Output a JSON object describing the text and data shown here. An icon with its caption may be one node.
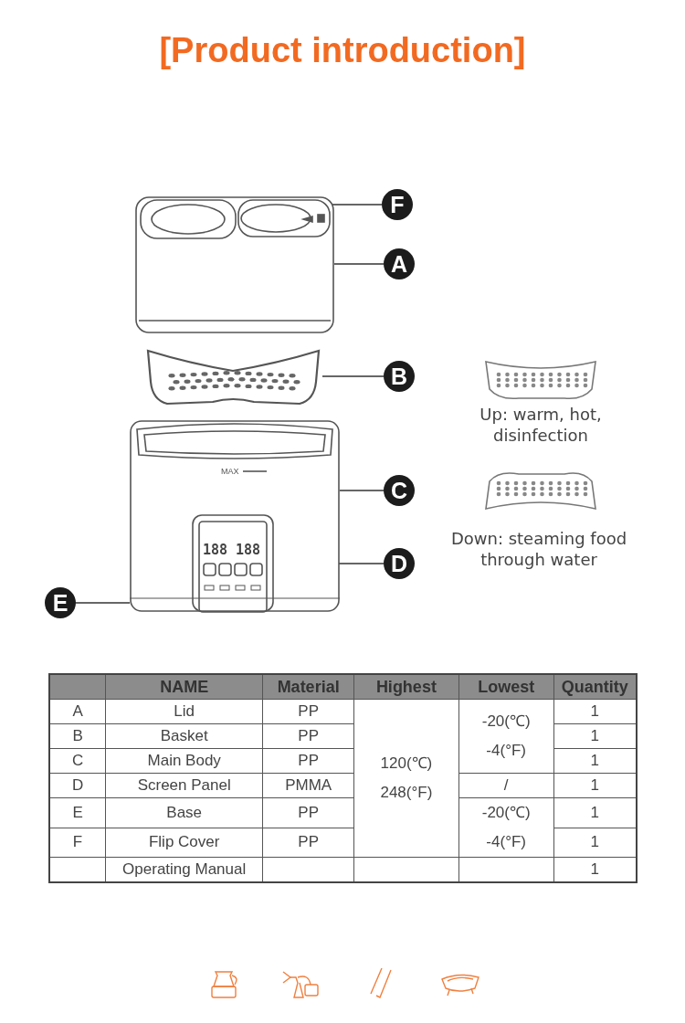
{
  "diagram": {
    "title": "[Product introduction]",
    "nodes": [
      {
        "text": [
          "F"
        ]
      },
      {
        "text": [
          "A"
        ]
      },
      {
        "text": [],
        "shape": "box"
      },
      {
        "text": [],
        "shape": "box",
        "in": 2
      },
      {
        "text": [
          "B"
        ]
      },
      {
        "text": [],
        "shape": "tray"
      },
      {
        "text": [
          "C"
        ]
      },
      {
        "text": [],
        "shape": "box"
      },
      {
        "text": [
          "D"
        ]
      },
      {
        "text": [],
        "shape": "box",
        "in": 7
      },
      {
        "text": [
          "E"
        ]
      },
      {
        "text": [],
        "shape": "bar",
        "in": 7
      }
    ],
    "edges": [
      {
        "from": 0,
        "to": 3,
        "arrow": "none"
      },
      {
        "from": 1,
        "to": 2,
        "arrow": "none"
      },
      {
        "from": 4,
        "to": 5,
        "arrow": "none"
      },
      {
        "from": 6,
        "to": 7,
        "arrow": "none"
      },
      {
        "from": 8,
        "to": 9,
        "arrow": "none"
      },
      {
        "from": 10,
        "to": 11,
        "arrow": "none"
      }
    ],
    "labels": [
      "MAX",
      "188",
      "188",
      "Up: warm, hot, disinfection",
      "Down: steaming food through water",
      "NAME",
      "Material",
      "Highest",
      "Lowest",
      "Quantity",
      "A",
      "Lid",
      "PP",
      "120(℃) 248(°F)",
      "-20(℃) -4(°F)",
      "1",
      "B",
      "Basket",
      "PP",
      "1",
      "C",
      "Main Body",
      "PP",
      "1",
      "D",
      "Screen Panel",
      "PMMA",
      "/",
      "1",
      "E",
      "Base",
      "PP",
      "-20(℃) -4(°F)",
      "1",
      "F",
      "Flip Cover",
      "PP",
      "1",
      "Operating Manual",
      "1"
    ]
  }
}
